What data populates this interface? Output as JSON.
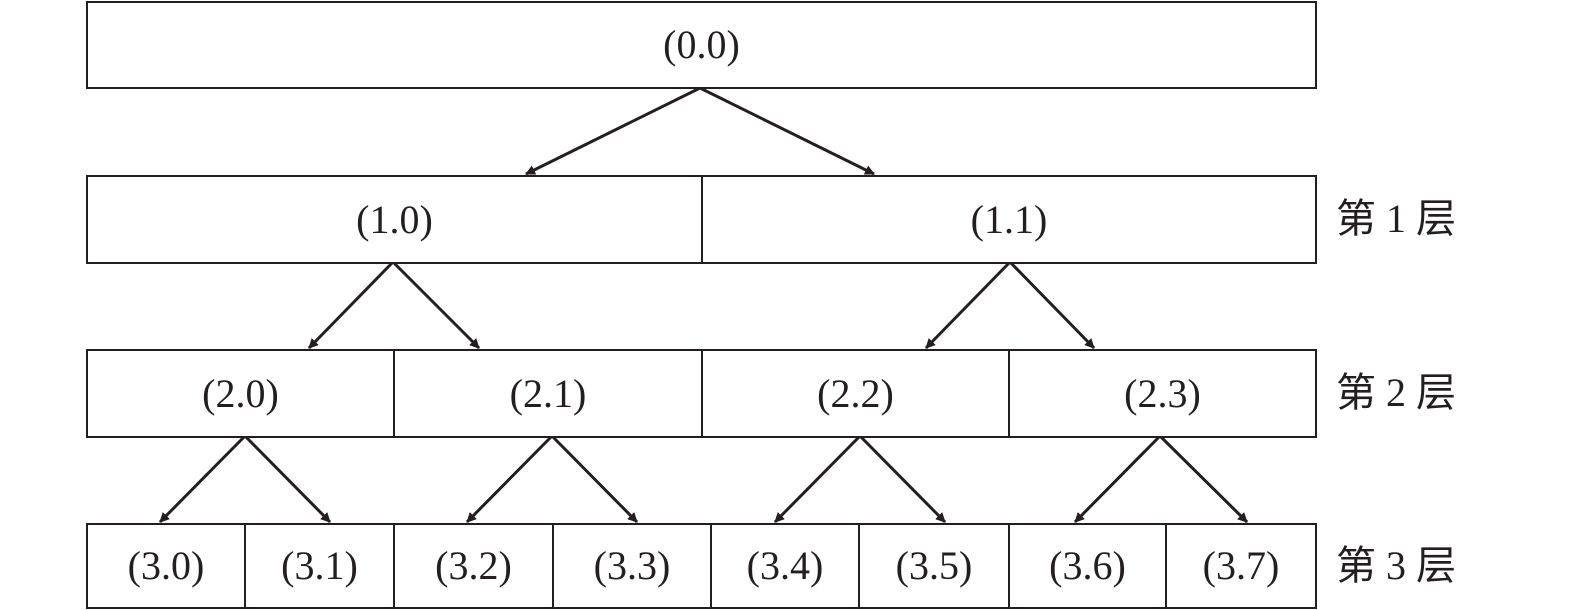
{
  "root": "(0.0)",
  "layers": [
    {
      "label": "第 1 层",
      "cells": [
        "(1.0)",
        "(1.1)"
      ]
    },
    {
      "label": "第 2 层",
      "cells": [
        "(2.0)",
        "(2.1)",
        "(2.2)",
        "(2.3)"
      ]
    },
    {
      "label": "第 3 层",
      "cells": [
        "(3.0)",
        "(3.1)",
        "(3.2)",
        "(3.3)",
        "(3.4)",
        "(3.5)",
        "(3.6)",
        "(3.7)"
      ]
    }
  ]
}
